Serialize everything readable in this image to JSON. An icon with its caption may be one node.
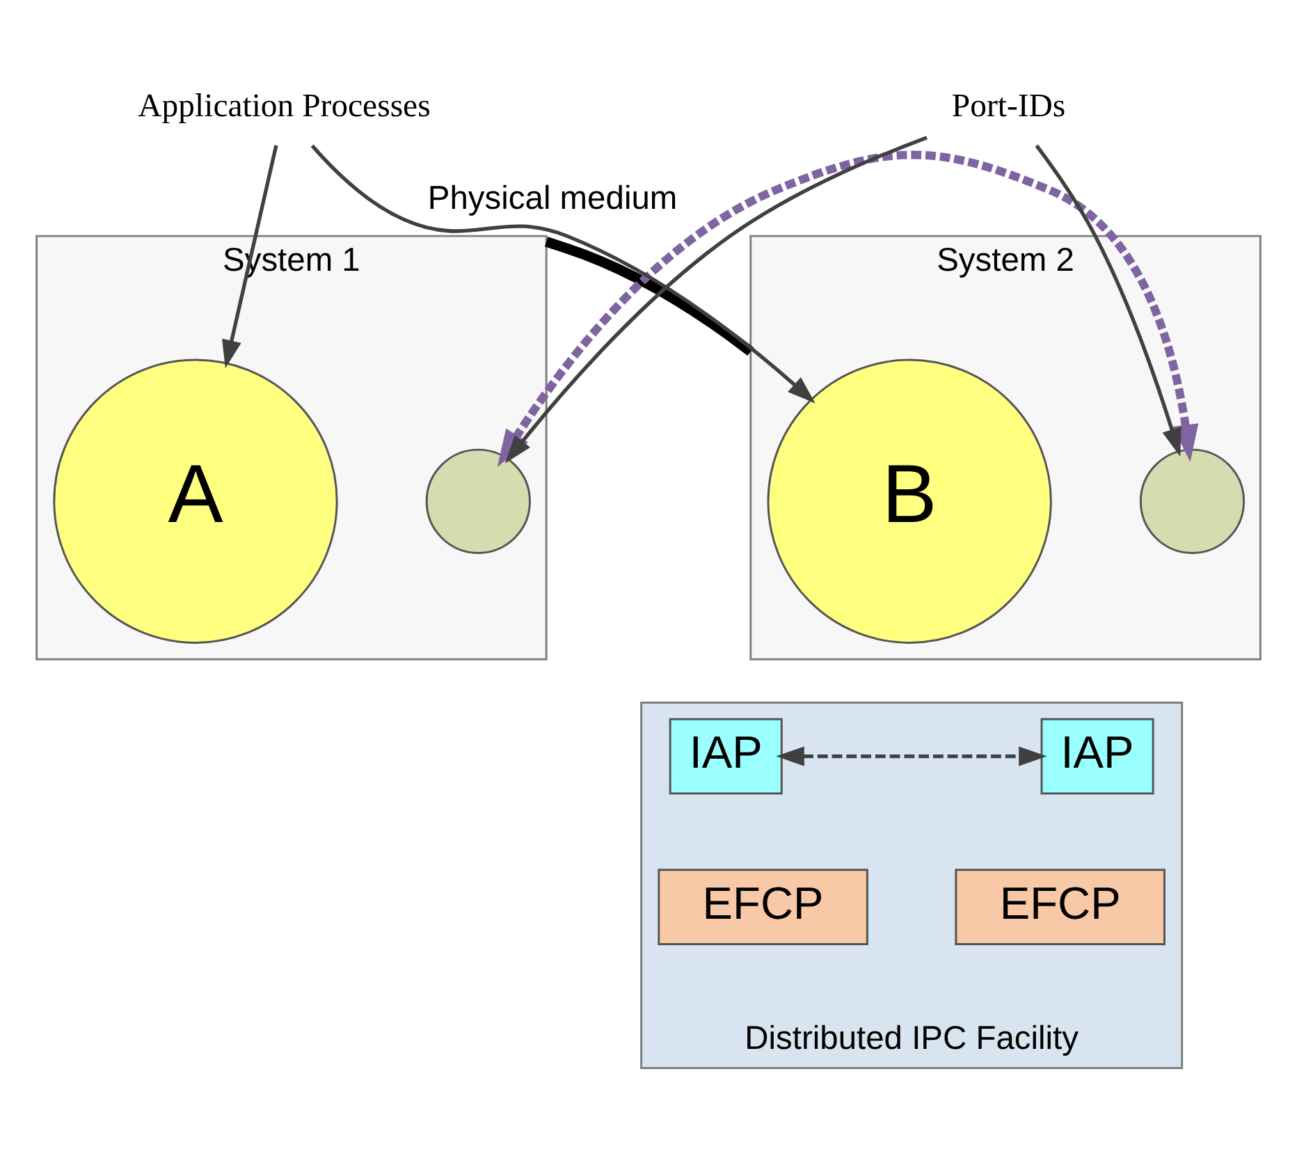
{
  "diagram": {
    "nodes": [
      {
        "text": [
          "System 1"
        ]
      },
      {
        "text": [
          "System 2"
        ]
      },
      {
        "text": [
          "A"
        ],
        "in": 0
      },
      {
        "text": [
          "B"
        ],
        "in": 1
      },
      {
        "text": [
          "Application Processes"
        ]
      },
      {
        "text": [
          "Port-IDs"
        ]
      },
      {
        "text": [],
        "shape": "circle",
        "in": 0
      },
      {
        "text": [],
        "shape": "circle",
        "in": 1
      },
      {
        "text": [
          "Distributed IPC Facility"
        ]
      },
      {
        "text": [
          "IAP"
        ],
        "in": 8
      },
      {
        "text": [
          "IAP"
        ],
        "in": 8
      },
      {
        "text": [
          "EFCP"
        ],
        "in": 8
      },
      {
        "text": [
          "EFCP"
        ],
        "in": 8
      }
    ],
    "edges": [
      {
        "from": 4,
        "to": 2,
        "arrow": "to"
      },
      {
        "from": 4,
        "to": 3,
        "arrow": "to"
      },
      {
        "from": 5,
        "to": 6,
        "arrow": "to"
      },
      {
        "from": 5,
        "to": 7,
        "arrow": "to"
      },
      {
        "from": 9,
        "to": 10,
        "arrow": "both",
        "style": "dashed"
      },
      {
        "from": 6,
        "to": 7,
        "arrow": "both",
        "style": "dashed",
        "color": "#8064a2"
      },
      {
        "from": 0,
        "to": 1,
        "arrow": "none",
        "style": "thick",
        "label": "Physical medium"
      }
    ]
  }
}
